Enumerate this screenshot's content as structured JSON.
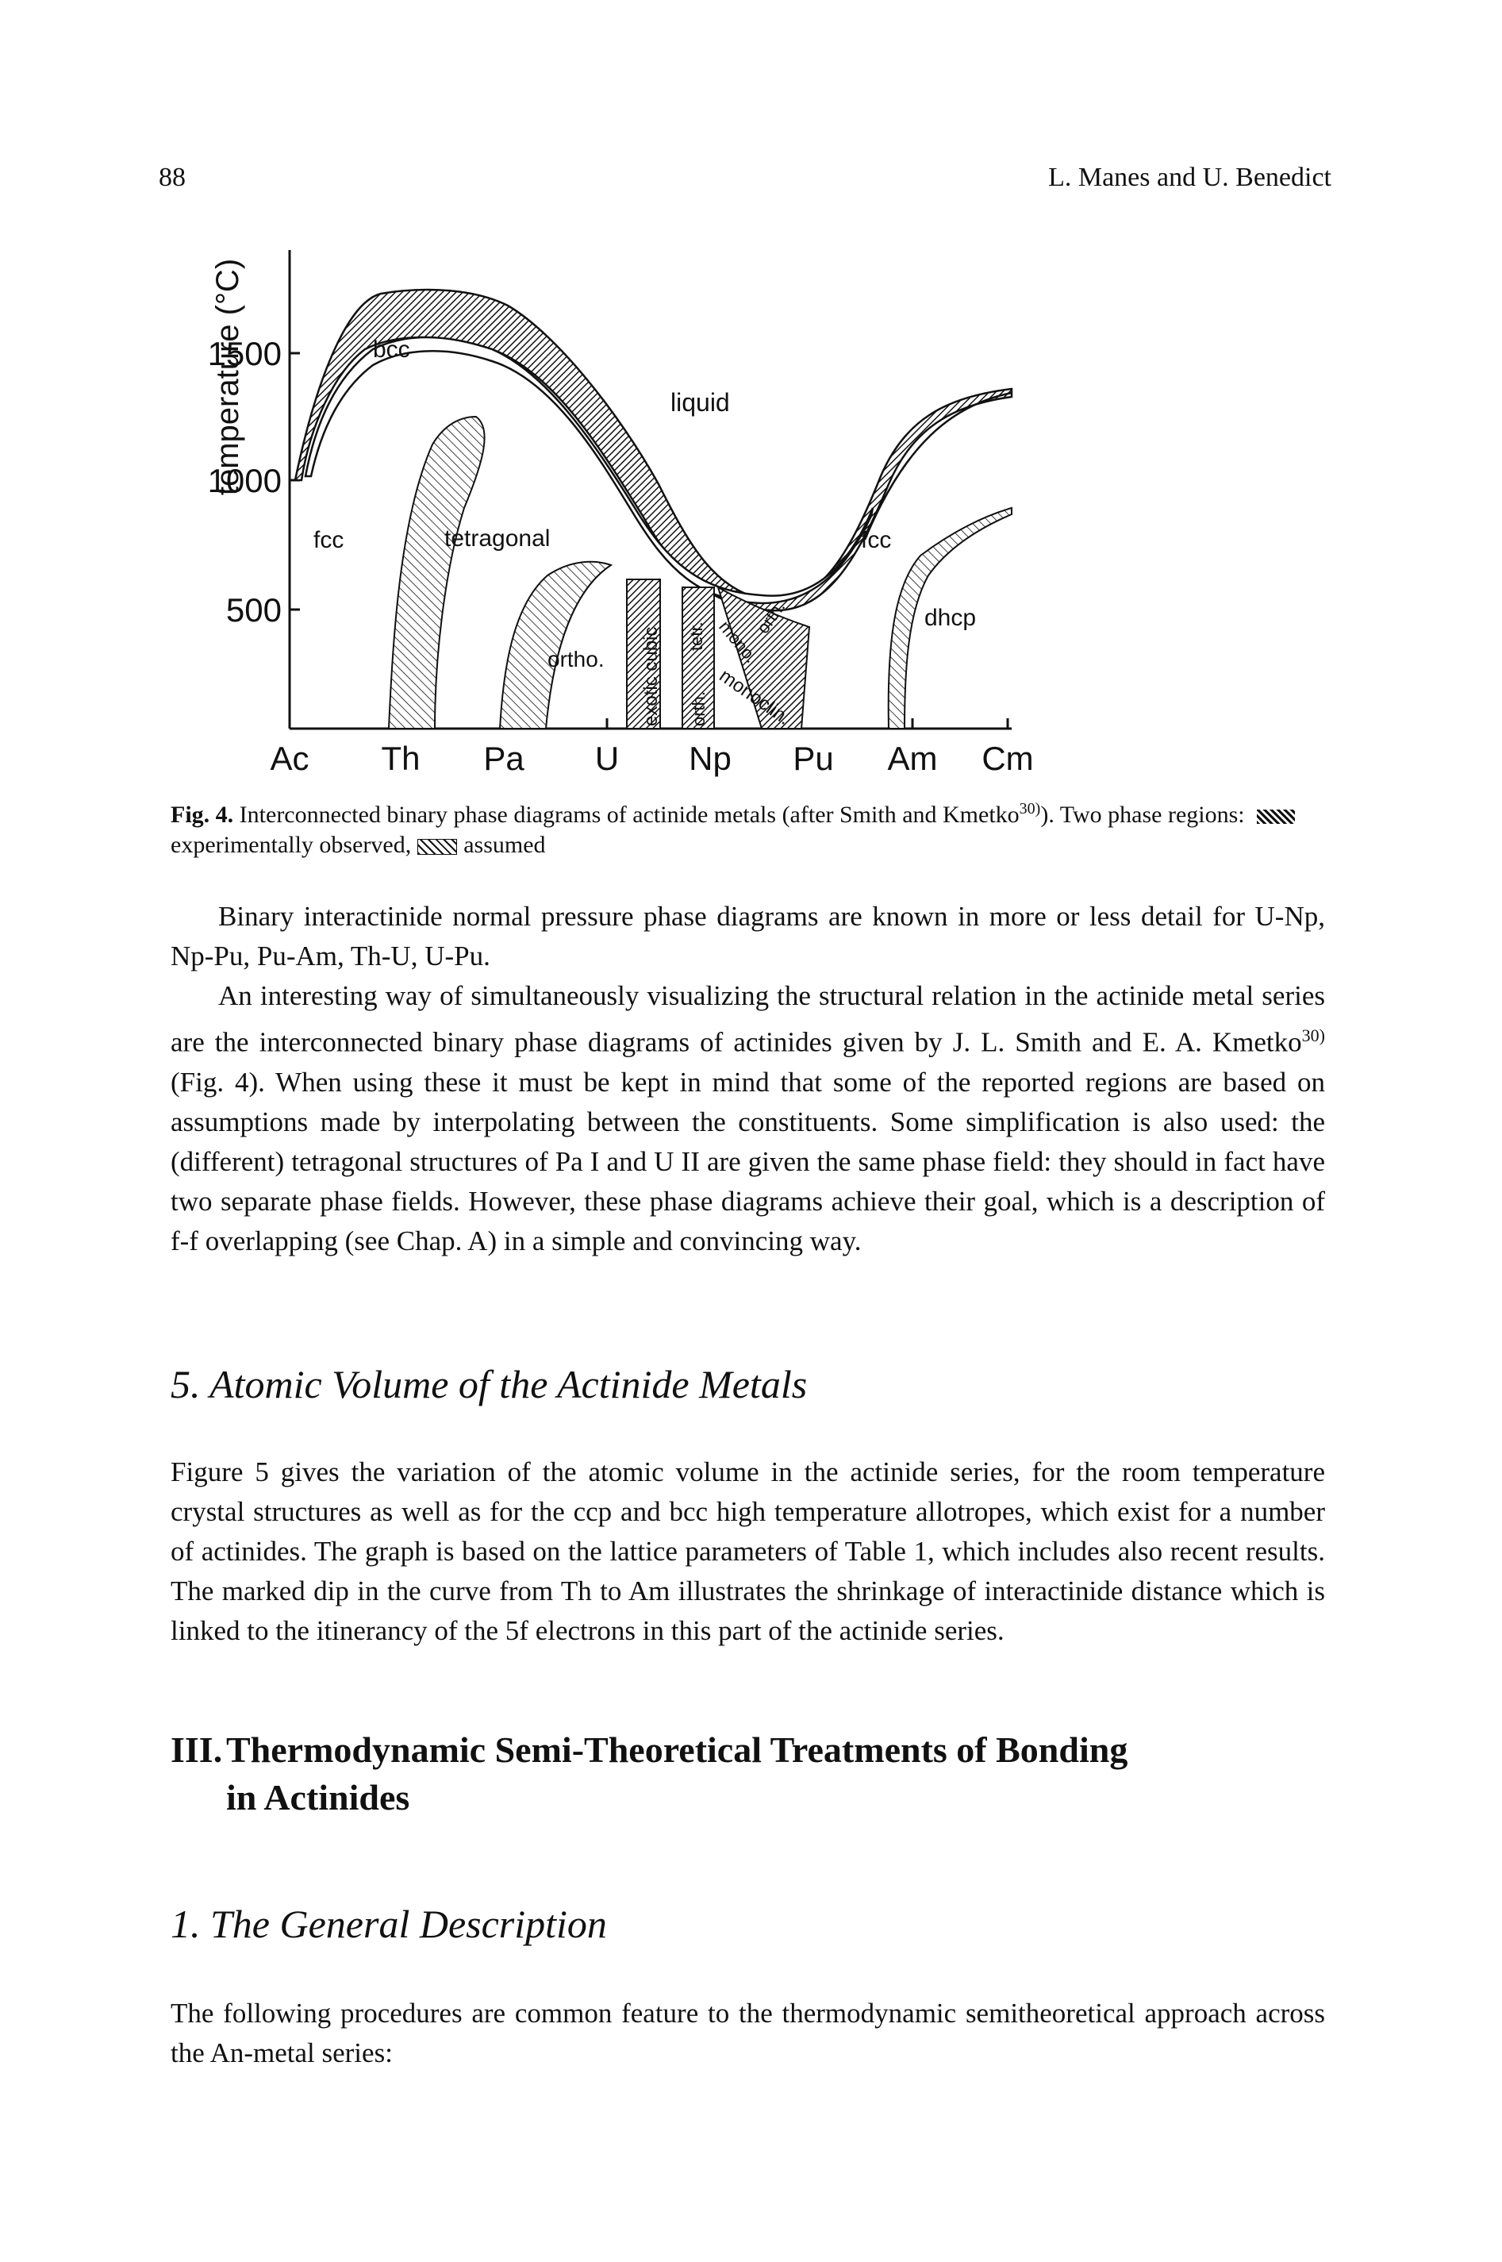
{
  "header": {
    "page_number": "88",
    "running_head": "L. Manes and U. Benedict"
  },
  "figure": {
    "y_axis_label": "temperature (°C)",
    "y_ticks": [
      "1500",
      "1000",
      "500"
    ],
    "x_ticks": [
      "Ac",
      "Th",
      "Pa",
      "U",
      "Np",
      "Pu",
      "Am",
      "Cm"
    ],
    "phase_labels": {
      "bcc": "bcc",
      "liquid": "liquid",
      "fcc_left": "fcc",
      "tetragonal": "tetragonal",
      "fcc_right": "fcc",
      "dhcp": "dhcp",
      "ortho": "ortho.",
      "exotic_cubic": "exotic cubic",
      "tetr": "tetr.",
      "orth": "orth.",
      "orth2": "orth.",
      "mono": "mono.",
      "monoclin": "monoclin."
    },
    "caption_label": "Fig. 4.",
    "caption_text_1": " Interconnected binary phase diagrams of actinide metals (after Smith and Kmetko",
    "caption_ref": "30)",
    "caption_text_2": "). Two phase regions: ",
    "caption_observed": "experimentally observed,",
    "caption_assumed": "assumed"
  },
  "paragraphs": {
    "p1": "Binary interactinide normal pressure phase diagrams are known in more or less detail for U-Np, Np-Pu, Pu-Am, Th-U, U-Pu.",
    "p2_a": "An interesting way of simultaneously visualizing the structural relation in the actinide metal series are the interconnected binary phase diagrams of actinides given by J. L. Smith and E. A. Kmetko",
    "p2_ref": "30)",
    "p2_b": " (Fig. 4). When using these it must be kept in mind that some of the reported regions are based on assumptions made by interpolating between the constituents. Some simplification is also used: the (different) tetragonal structures of Pa I and U II are given the same phase field: they should in fact have two separate phase fields. However, these phase diagrams achieve their goal, which is a description of f-f overlapping (see Chap. A) in a simple and convincing way.",
    "p3": "Figure 5 gives the variation of the atomic volume in the actinide series, for the room temperature crystal structures as well as for the ccp and bcc high temperature allotropes, which exist for a number of actinides. The graph is based on the lattice parameters of Table 1, which includes also recent results. The marked dip in the curve from Th to Am illustrates the shrinkage of interactinide distance which is linked to the itinerancy of the 5f electrons in this part of the actinide series.",
    "p4": "The following procedures are common feature to the thermodynamic semitheoretical approach across the An-metal series:"
  },
  "sections": {
    "s5": "5. Atomic Volume of the Actinide Metals",
    "s3_num": "III.",
    "s3_line1": "Thermodynamic Semi-Theoretical Treatments of Bonding",
    "s3_line2": "in Actinides",
    "s1": "1. The General Description"
  }
}
